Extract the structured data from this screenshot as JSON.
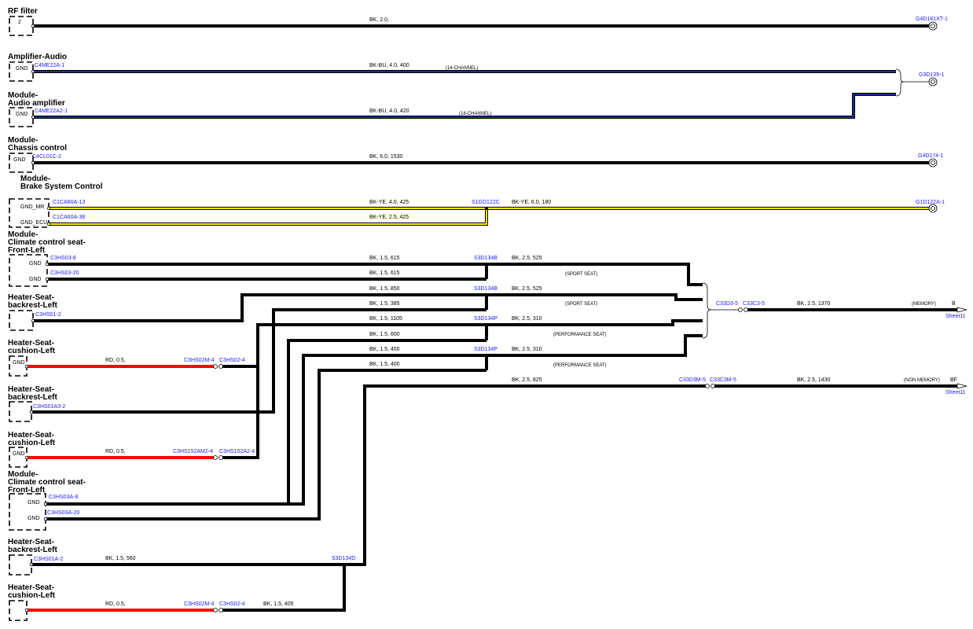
{
  "components": {
    "rf_filter": {
      "title": [
        "RF filter"
      ],
      "pin": "2"
    },
    "amplifier_audio": {
      "title": [
        "Amplifier-Audio"
      ],
      "pin": "GND",
      "connector": "C4ME22A-1"
    },
    "module_audio_amplifier": {
      "title": [
        "Module-",
        "Audio amplifier"
      ],
      "pin": "GND",
      "connector": "C4ME22A2-1"
    },
    "module_chassis_control": {
      "title": [
        "Module-",
        "Chassis control"
      ],
      "pin": "GND",
      "connector": "C4CL01C-2"
    },
    "module_brake_system_control": {
      "title": [
        "Module-",
        "Brake System Control"
      ],
      "pins": [
        "GND_MR",
        "GND_ECU"
      ],
      "connectors": [
        "C1CA60A-13",
        "C1CA60A-38"
      ]
    },
    "module_climate_seat_1": {
      "title": [
        "Module-",
        "Climate control seat-",
        "Front-Left"
      ],
      "pins": [
        "GND",
        "GND"
      ],
      "connectors": [
        "C3HS03-8",
        "C3HS03-20"
      ]
    },
    "heater_backrest_1": {
      "title": [
        "Heater-Seat-",
        "backrest-Left"
      ],
      "connector": "C3HS01-2"
    },
    "heater_cushion_1": {
      "title": [
        "Heater-Seat-",
        "cushion-Left"
      ],
      "pin": "GND",
      "wire": "RD,  0.5,",
      "inline": [
        "C3HS02M-4",
        "C3HS02-4"
      ]
    },
    "heater_backrest_2": {
      "title": [
        "Heater-Seat-",
        "backrest-Left"
      ],
      "connector": "C3HS01A3-2"
    },
    "heater_cushion_2": {
      "title": [
        "Heater-Seat-",
        "cushion-Left"
      ],
      "pin": "GND",
      "wire": "RD,  0.5,",
      "inline": [
        "C3HS152AM2-4",
        "C3HS152A2-4"
      ]
    },
    "module_climate_seat_2": {
      "title": [
        "Module-",
        "Climate control seat-",
        "Front-Left"
      ],
      "pins": [
        "GND",
        "GND"
      ],
      "connectors": [
        "C3HS03A-8",
        "C3HS03A-20"
      ]
    },
    "heater_backrest_3": {
      "title": [
        "Heater-Seat-",
        "backrest-Left"
      ],
      "connector": "C3HS01A-2",
      "wire": "BK,  1.5,  560"
    },
    "heater_cushion_3": {
      "title": [
        "Heater-Seat-",
        "cushion-Left"
      ],
      "wire": "RD,  0.5,",
      "inline": [
        "C3HS02M-4",
        "C3HS02-4"
      ],
      "wire2": "BK,  1.5,  405"
    }
  },
  "wires": {
    "rf": "BK,  2.0,",
    "amp": "BK-BU,  4.0,  400",
    "amp_note": "(14-CHANNEL)",
    "audio": "BK-BU,  4.0,  420",
    "audio_note": "(18-CHANNEL)",
    "chassis": "BK,  6.0,  1530",
    "brake1": "BK-YE,  4.0,  425",
    "brake2": "BK-YE,  2.5,  425",
    "brake_out": "BK-YE,  6.0,  180",
    "seat": [
      "BK,  1.5,  615",
      "BK,  1.5,  615",
      "BK,  1.5,  850",
      "BK,  1.5,  385",
      "BK,  1.5,  1105",
      "BK,  1.5,  600",
      "BK,  1.5,  400",
      "BK,  1.5,  400"
    ],
    "seat_out": [
      "BK,  2.5,  525",
      "BK,  2.5,  525",
      "BK,  2.5,  310",
      "BK,  2.5,  310",
      "BK,  2.5,  825"
    ],
    "memory": "BK,  2.5,  1370",
    "non_memory": "BK,  2.5,  1430"
  },
  "notes": [
    "(SPORT SEAT)",
    "(SPORT SEAT)",
    "(PERFORMANCE SEAT)",
    "(PERFORMANCE SEAT)",
    "(MEMORY)",
    "(NON MEMORY)"
  ],
  "splices": [
    "S1GD122C",
    "S3D134B",
    "S3D134B",
    "S3D134P",
    "S3D134P",
    "S3D134D"
  ],
  "inline_memory": [
    "C33D3-5",
    "C33C3-5"
  ],
  "inline_non_memory": [
    "C33D3M-5",
    "C33C3M-5"
  ],
  "grounds": [
    "G4D181XT-1",
    "G3D139-1",
    "G4D174-1",
    "G1D122A-1"
  ],
  "offsheet": [
    {
      "label": "B",
      "sheet": "Sheet11"
    },
    {
      "label": "BF",
      "sheet": "Sheet11"
    }
  ],
  "colors": {
    "black": "#000000",
    "blue": "#1c2c8c",
    "yellow": "#ffee00",
    "red": "#ff0000",
    "connector_text": "#1a1aff"
  }
}
